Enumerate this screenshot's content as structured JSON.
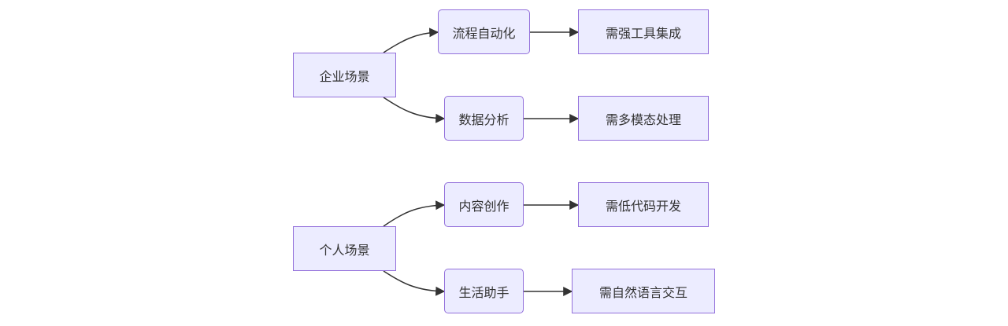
{
  "nodes": {
    "enterprise": "企业场景",
    "personal": "个人场景",
    "process_automation": "流程自动化",
    "data_analysis": "数据分析",
    "content_creation": "内容创作",
    "life_assistant": "生活助手",
    "need_tools": "需强工具集成",
    "need_multimodal": "需多模态处理",
    "need_lowcode": "需低代码开发",
    "need_nlp": "需自然语言交互"
  },
  "edges": [
    {
      "from": "enterprise",
      "to": "process_automation"
    },
    {
      "from": "enterprise",
      "to": "data_analysis"
    },
    {
      "from": "process_automation",
      "to": "need_tools"
    },
    {
      "from": "data_analysis",
      "to": "need_multimodal"
    },
    {
      "from": "personal",
      "to": "content_creation"
    },
    {
      "from": "personal",
      "to": "life_assistant"
    },
    {
      "from": "content_creation",
      "to": "need_lowcode"
    },
    {
      "from": "life_assistant",
      "to": "need_nlp"
    }
  ],
  "colors": {
    "node_fill": "#ECECFF",
    "node_border": "#9370DB",
    "edge": "#333333",
    "text": "#333333"
  }
}
